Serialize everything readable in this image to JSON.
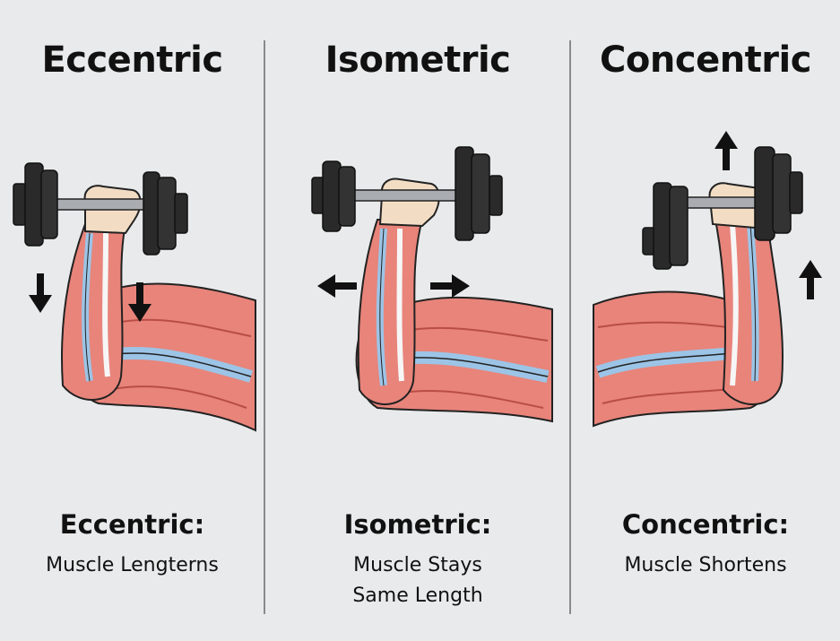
{
  "panels": [
    {
      "title": "Eccentric",
      "caption_head": "Eccentric:",
      "caption_lines": [
        "Muscle Lengterns"
      ]
    },
    {
      "title": "Isometric",
      "caption_head": "Isometric:",
      "caption_lines": [
        "Muscle Stays",
        "Same Length"
      ]
    },
    {
      "title": "Concentric",
      "caption_head": "Concentric:",
      "caption_lines": [
        "Muscle Shortens"
      ]
    }
  ],
  "colors": {
    "background": "#e9eaeb",
    "muscle": "#e8847a",
    "tendon": "#9cc4e6",
    "plate": "#2a2a2a",
    "handle": "#a9adb2",
    "skin": "#f2ddc4",
    "arrow": "#111111",
    "divider": "#8a8a8a"
  },
  "icons": {
    "p1_arrows": [
      "arrow-down-icon",
      "arrow-down-icon"
    ],
    "p2_arrows": [
      "arrow-left-icon",
      "arrow-right-icon"
    ],
    "p3_arrows": [
      "arrow-up-icon",
      "arrow-up-icon"
    ]
  }
}
